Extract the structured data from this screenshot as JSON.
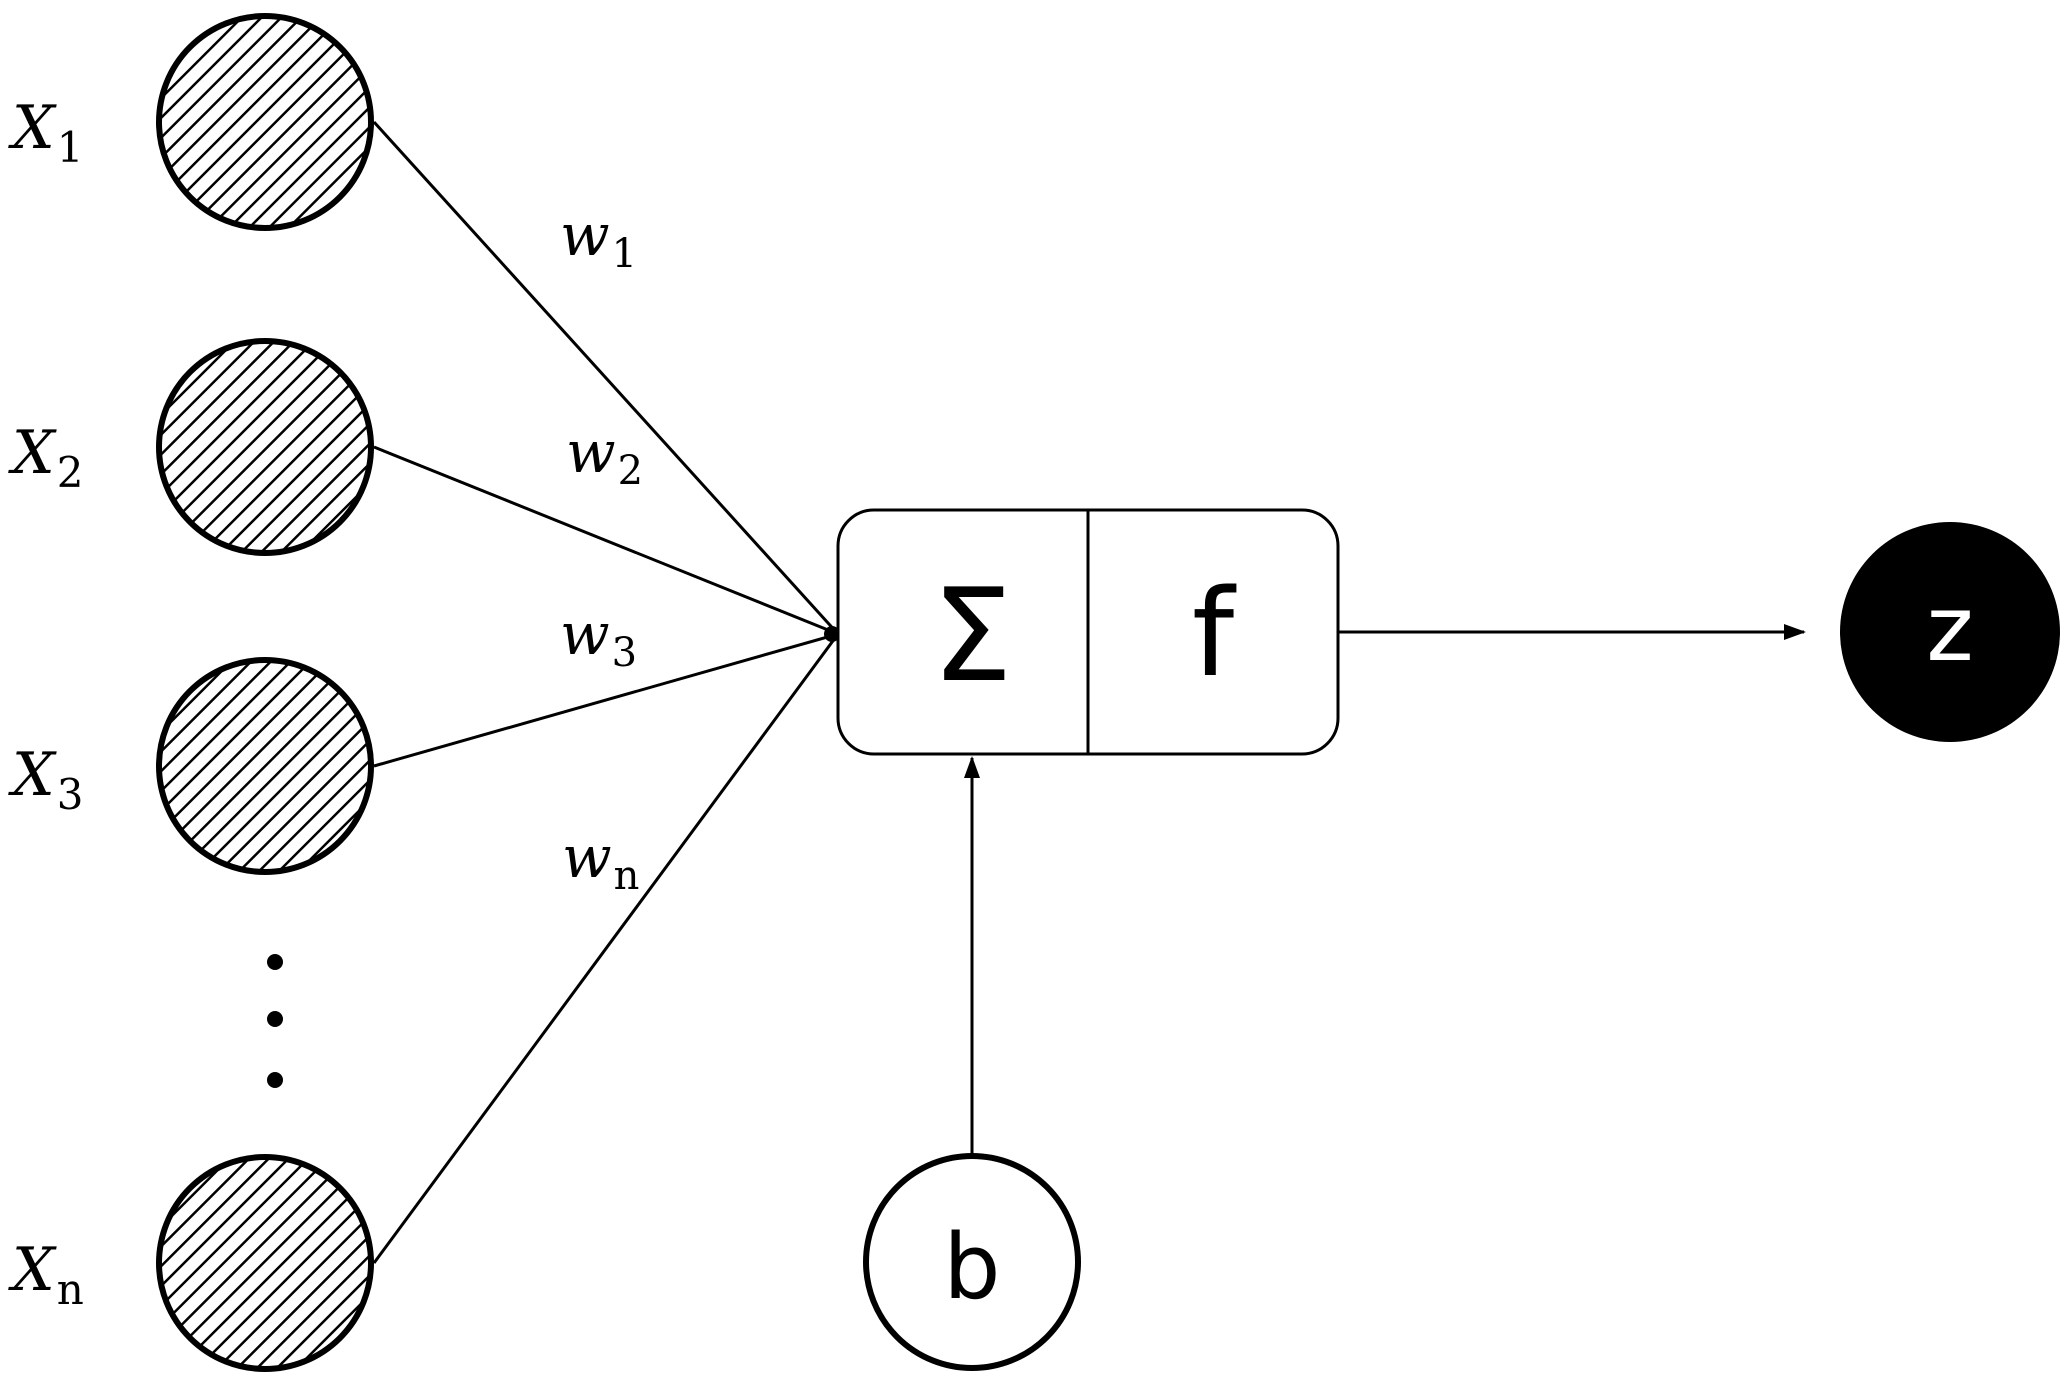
{
  "inputs": [
    {
      "var": "X",
      "sub": "1",
      "weight_var": "w",
      "weight_sub": "1"
    },
    {
      "var": "X",
      "sub": "2",
      "weight_var": "w",
      "weight_sub": "2"
    },
    {
      "var": "X",
      "sub": "3",
      "weight_var": "w",
      "weight_sub": "3"
    },
    {
      "var": "X",
      "sub": "n",
      "weight_var": "w",
      "weight_sub": "n"
    }
  ],
  "ellipsis": "⋮",
  "neuron": {
    "sum_symbol": "Σ",
    "activation_symbol": "f"
  },
  "bias": {
    "label": "b"
  },
  "output": {
    "label": "z"
  },
  "colors": {
    "stroke": "#000000",
    "hatch": "#000000",
    "output_fill": "#000000",
    "output_text": "#ffffff",
    "background": "#ffffff"
  }
}
